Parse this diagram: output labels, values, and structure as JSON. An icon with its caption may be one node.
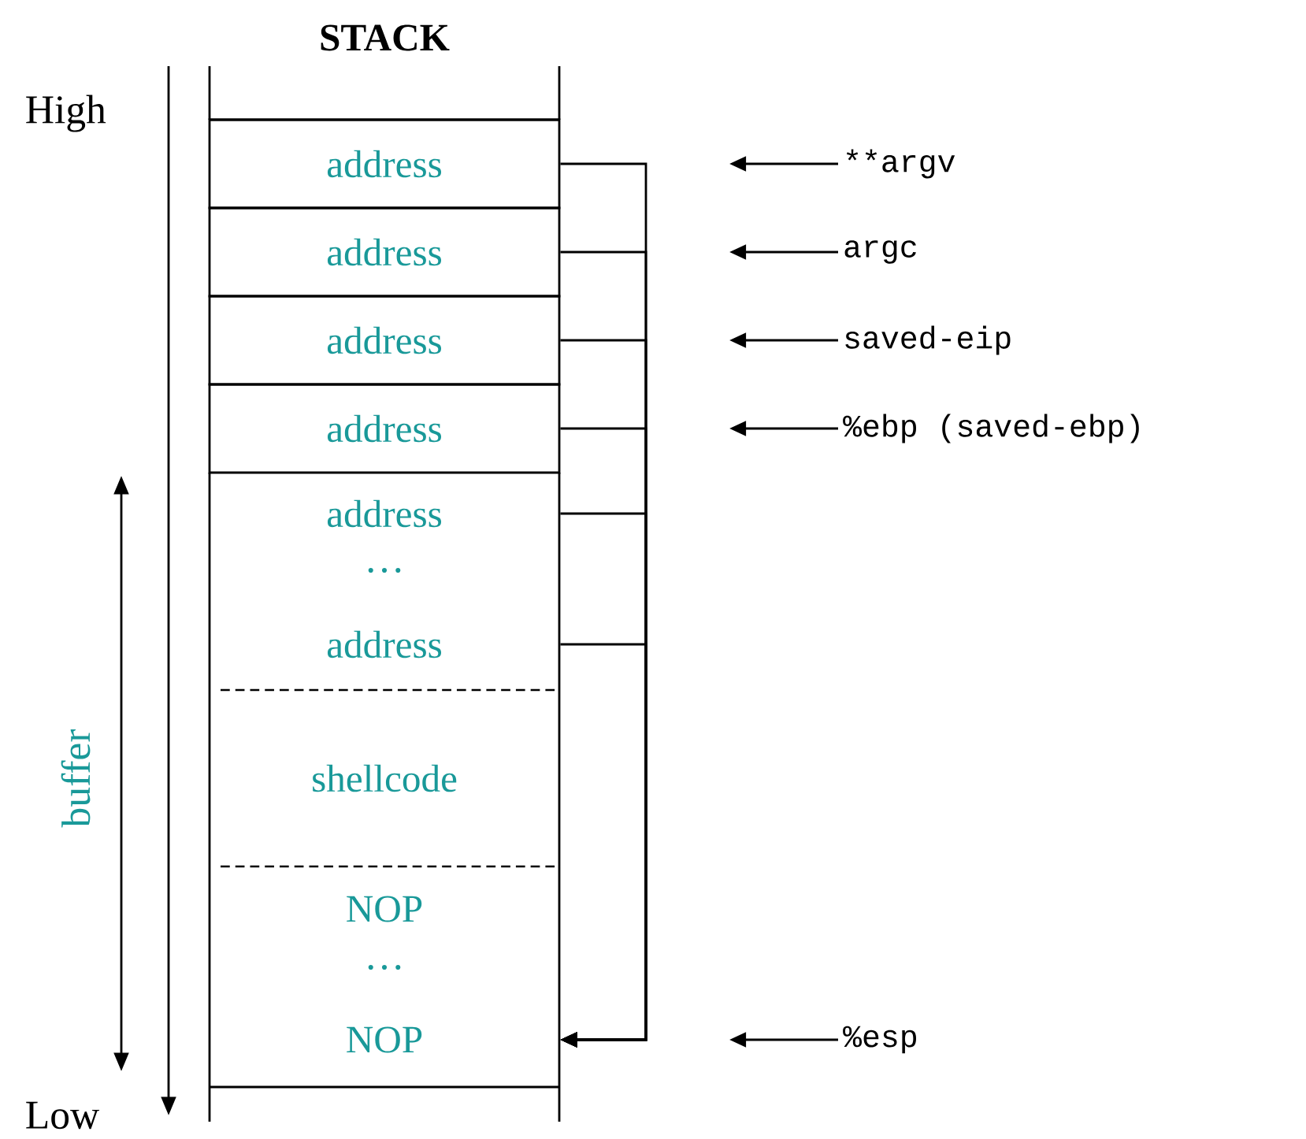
{
  "diagram": {
    "title": "STACK",
    "nodes": [
      {
        "text": [
          "address"
        ]
      },
      {
        "text": [
          "address"
        ]
      },
      {
        "text": [
          "address"
        ]
      },
      {
        "text": [
          "address"
        ]
      },
      {
        "text": [
          "address"
        ]
      },
      {
        "text": [
          "address"
        ]
      },
      {
        "text": [
          "shellcode"
        ]
      },
      {
        "text": [
          "NOP"
        ]
      },
      {
        "text": [
          "NOP"
        ]
      },
      {
        "text": [
          "**argv"
        ]
      },
      {
        "text": [
          "argc"
        ]
      },
      {
        "text": [
          "saved-eip"
        ]
      },
      {
        "text": [
          "%ebp (saved-ebp)"
        ]
      },
      {
        "text": [
          "%esp"
        ]
      }
    ],
    "edges": [
      {
        "from": 0,
        "to": 8,
        "arrow": "to"
      },
      {
        "from": 1,
        "to": 8,
        "arrow": "to"
      },
      {
        "from": 2,
        "to": 8,
        "arrow": "to"
      },
      {
        "from": 3,
        "to": 8,
        "arrow": "to"
      },
      {
        "from": 4,
        "to": 8,
        "arrow": "to"
      },
      {
        "from": 5,
        "to": 8,
        "arrow": "to"
      },
      {
        "from": 9,
        "to": null,
        "arrow": "to"
      },
      {
        "from": 10,
        "to": null,
        "arrow": "to"
      },
      {
        "from": 11,
        "to": null,
        "arrow": "to"
      },
      {
        "from": 12,
        "to": null,
        "arrow": "to"
      },
      {
        "from": 13,
        "to": null,
        "arrow": "to"
      }
    ],
    "labels": [
      "High",
      "Low",
      "buffer",
      "…",
      "…"
    ]
  }
}
